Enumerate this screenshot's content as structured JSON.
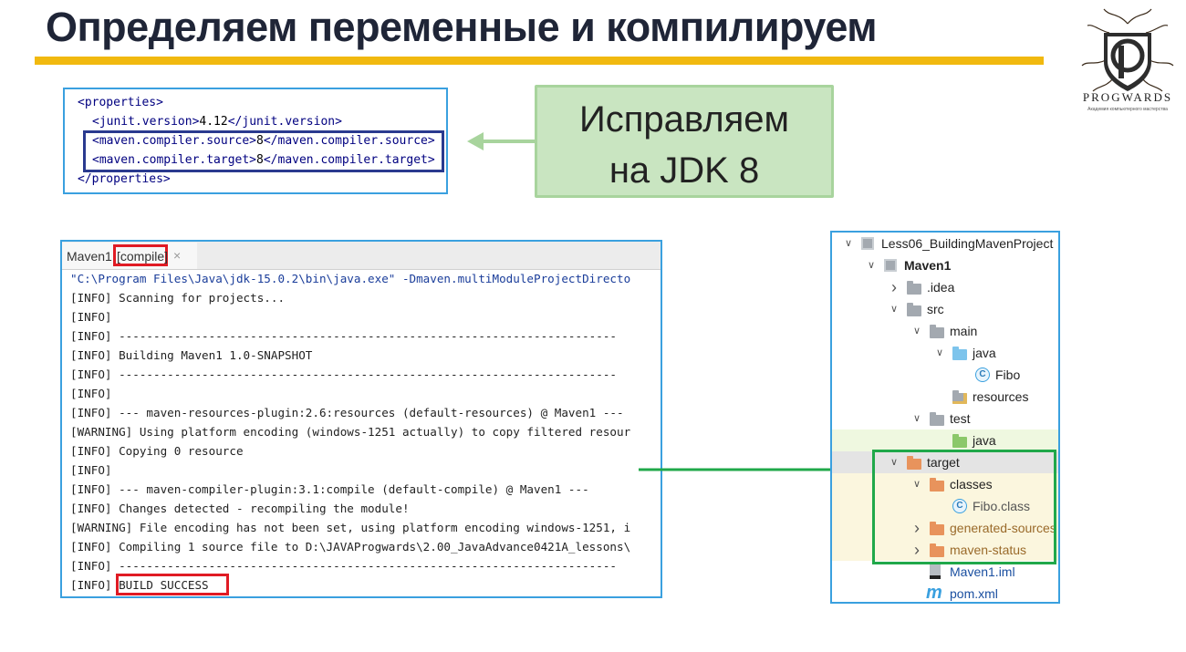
{
  "slide": {
    "title": "Определяем переменные и компилируем",
    "logo_text": "PROGWARDS",
    "logo_subtitle": "Академия компьютерного мастерства"
  },
  "xml": {
    "lines": [
      {
        "parts": [
          {
            "t": "<properties>",
            "c": "tag"
          }
        ]
      },
      {
        "parts": [
          {
            "t": "<junit.version>",
            "c": "tag"
          },
          {
            "t": "4.12",
            "c": "val"
          },
          {
            "t": "</junit.version>",
            "c": "tag"
          }
        ]
      },
      {
        "parts": [
          {
            "t": "<maven.compiler.source>",
            "c": "tag"
          },
          {
            "t": "8",
            "c": "val"
          },
          {
            "t": "</maven.compiler.source>",
            "c": "tag"
          }
        ]
      },
      {
        "parts": [
          {
            "t": "<maven.compiler.target>",
            "c": "tag"
          },
          {
            "t": "8",
            "c": "val"
          },
          {
            "t": "</maven.compiler.target>",
            "c": "tag"
          }
        ]
      },
      {
        "parts": [
          {
            "t": "</properties>",
            "c": "tag"
          }
        ]
      }
    ]
  },
  "callout": {
    "line1": "Исправляем",
    "line2": "на JDK 8"
  },
  "console": {
    "tab_name": "Maven1",
    "tab_goal": "[compile]",
    "tab_close": "×",
    "lines": [
      "\"C:\\Program Files\\Java\\jdk-15.0.2\\bin\\java.exe\" -Dmaven.multiModuleProjectDirecto",
      "[INFO] Scanning for projects...",
      "[INFO]",
      "[INFO] ------------------------------------------------------------------------",
      "[INFO] Building Maven1 1.0-SNAPSHOT",
      "[INFO] ------------------------------------------------------------------------",
      "[INFO]",
      "[INFO] --- maven-resources-plugin:2.6:resources (default-resources) @ Maven1 ---",
      "[WARNING] Using platform encoding (windows-1251 actually) to copy filtered resour",
      "[INFO] Copying 0 resource",
      "[INFO]",
      "[INFO] --- maven-compiler-plugin:3.1:compile (default-compile) @ Maven1 ---",
      "[INFO] Changes detected - recompiling the module!",
      "[WARNING] File encoding has not been set, using platform encoding windows-1251, i",
      "[INFO] Compiling 1 source file to D:\\JAVAProgwards\\2.00_JavaAdvance0421A_lessons\\",
      "[INFO] ------------------------------------------------------------------------",
      "[INFO] BUILD SUCCESS"
    ]
  },
  "tree": {
    "items": [
      {
        "label": "Less06_BuildingMavenProject",
        "depth": 0,
        "expanded": true,
        "icon": "module-icon",
        "bold": false
      },
      {
        "label": "Maven1",
        "depth": 1,
        "expanded": true,
        "icon": "module-icon",
        "bold": true
      },
      {
        "label": ".idea",
        "depth": 2,
        "expanded": false,
        "icon": "folder-gray-icon",
        "bold": false
      },
      {
        "label": "src",
        "depth": 2,
        "expanded": true,
        "icon": "folder-gray-icon",
        "bold": false
      },
      {
        "label": "main",
        "depth": 3,
        "expanded": true,
        "icon": "folder-gray-icon",
        "bold": false
      },
      {
        "label": "java",
        "depth": 4,
        "expanded": true,
        "icon": "folder-blue-icon",
        "bold": false
      },
      {
        "label": "Fibo",
        "depth": 5,
        "expanded": null,
        "icon": "java-class-icon",
        "bold": false
      },
      {
        "label": "resources",
        "depth": 4,
        "expanded": null,
        "icon": "folder-resources-icon",
        "bold": false
      },
      {
        "label": "test",
        "depth": 3,
        "expanded": true,
        "icon": "folder-gray-icon",
        "bold": false
      },
      {
        "label": "java",
        "depth": 4,
        "expanded": null,
        "icon": "folder-green-icon",
        "bold": false
      },
      {
        "label": "target",
        "depth": 2,
        "expanded": true,
        "icon": "folder-orange-icon",
        "bold": false
      },
      {
        "label": "classes",
        "depth": 3,
        "expanded": true,
        "icon": "folder-orange-icon",
        "bold": false
      },
      {
        "label": "Fibo.class",
        "depth": 4,
        "expanded": null,
        "icon": "class-file-icon",
        "bold": false
      },
      {
        "label": "generated-sources",
        "depth": 3,
        "expanded": false,
        "icon": "folder-orange-icon",
        "bold": false
      },
      {
        "label": "maven-status",
        "depth": 3,
        "expanded": false,
        "icon": "folder-orange-icon",
        "bold": false
      },
      {
        "label": "Maven1.iml",
        "depth": 3,
        "expanded": null,
        "icon": "iml-file-icon",
        "bold": false
      },
      {
        "label": "pom.xml",
        "depth": 3,
        "expanded": null,
        "icon": "maven-pom-icon",
        "bold": false
      }
    ],
    "pom_icon_glyph": "m"
  },
  "colors": {
    "title_bar": "#f1b90f",
    "box_border": "#3aa0df",
    "xml_highlight": "#2a3a8f",
    "console_highlight": "#e01b24",
    "tree_highlight": "#20a84a",
    "callout_bg": "#c9e5c1",
    "tree_row_green": "#eff8e0",
    "tree_row_target": "#e4e4e4",
    "tree_row_excluded": "#fbf6de"
  }
}
